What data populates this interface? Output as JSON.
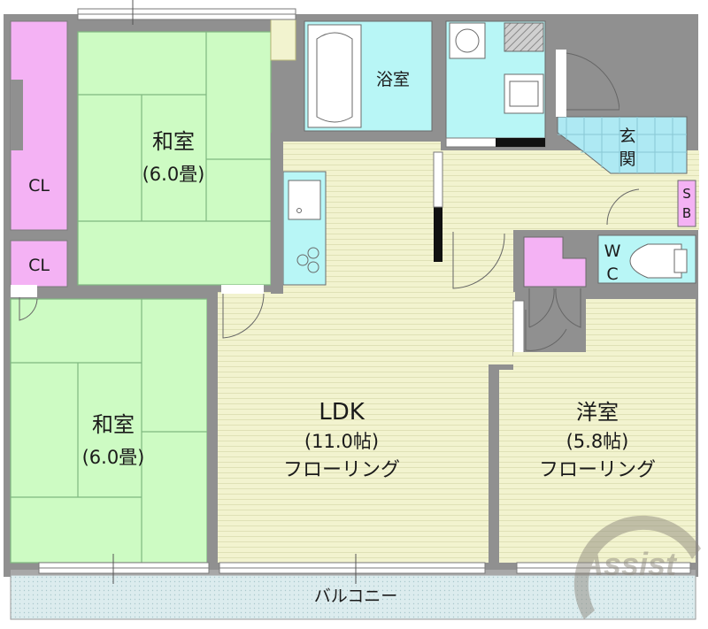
{
  "rooms": {
    "washitsu_upper": {
      "name": "和室",
      "size": "(6.0畳)"
    },
    "washitsu_lower": {
      "name": "和室",
      "size": "(6.0畳)"
    },
    "ldk": {
      "name": "LDK",
      "size": "(11.0帖)",
      "floor": "フローリング"
    },
    "youshitsu": {
      "name": "洋室",
      "size": "(5.8帖)",
      "floor": "フローリング"
    },
    "bath": {
      "name": "浴室"
    },
    "entrance": {
      "name": "玄関",
      "chars": [
        "玄",
        "関"
      ]
    },
    "shoebox": {
      "name": "SB",
      "chars": [
        "S",
        "B"
      ]
    },
    "wc": {
      "name": "WC",
      "chars": [
        "W",
        "C"
      ]
    },
    "closet_upper": {
      "name": "CL"
    },
    "closet_lower": {
      "name": "CL"
    },
    "balcony": {
      "name": "バルコニー"
    }
  },
  "watermark": {
    "text": "Assist"
  },
  "colors": {
    "wall": "#909090",
    "tatami": "#cdfbc3",
    "tatami_line": "#7fb880",
    "flooring": "#f2f3cf",
    "flooring_line": "#d8dcae",
    "closet": "#f4b2f4",
    "water": "#b8f6f6",
    "entrance_tile": "#aee9f3",
    "balcony": "#dcecee"
  }
}
